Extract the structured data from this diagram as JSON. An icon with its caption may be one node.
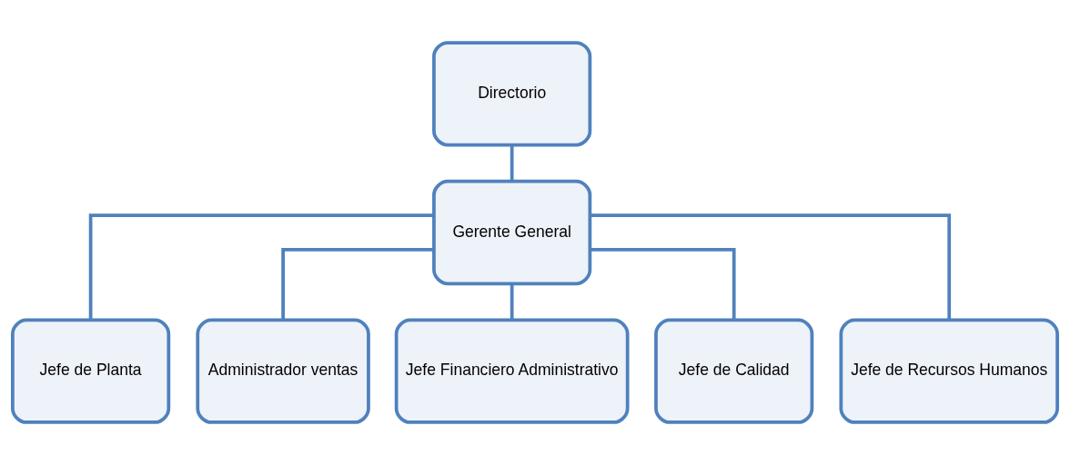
{
  "diagram": {
    "nodes": [
      {
        "text": [
          "Directorio"
        ]
      },
      {
        "text": [
          "Gerente General"
        ]
      },
      {
        "text": [
          "Jefe de Planta"
        ]
      },
      {
        "text": [
          "Administrador ventas"
        ]
      },
      {
        "text": [
          "Jefe Financiero Administrativo"
        ]
      },
      {
        "text": [
          "Jefe de Calidad"
        ]
      },
      {
        "text": [
          "Jefe de Recursos Humanos"
        ]
      }
    ],
    "edges": [
      {
        "from": 0,
        "to": 1,
        "arrow": "none"
      },
      {
        "from": 1,
        "to": 2,
        "arrow": "none"
      },
      {
        "from": 1,
        "to": 3,
        "arrow": "none"
      },
      {
        "from": 1,
        "to": 4,
        "arrow": "none"
      },
      {
        "from": 1,
        "to": 5,
        "arrow": "none"
      },
      {
        "from": 1,
        "to": 6,
        "arrow": "none"
      }
    ]
  }
}
